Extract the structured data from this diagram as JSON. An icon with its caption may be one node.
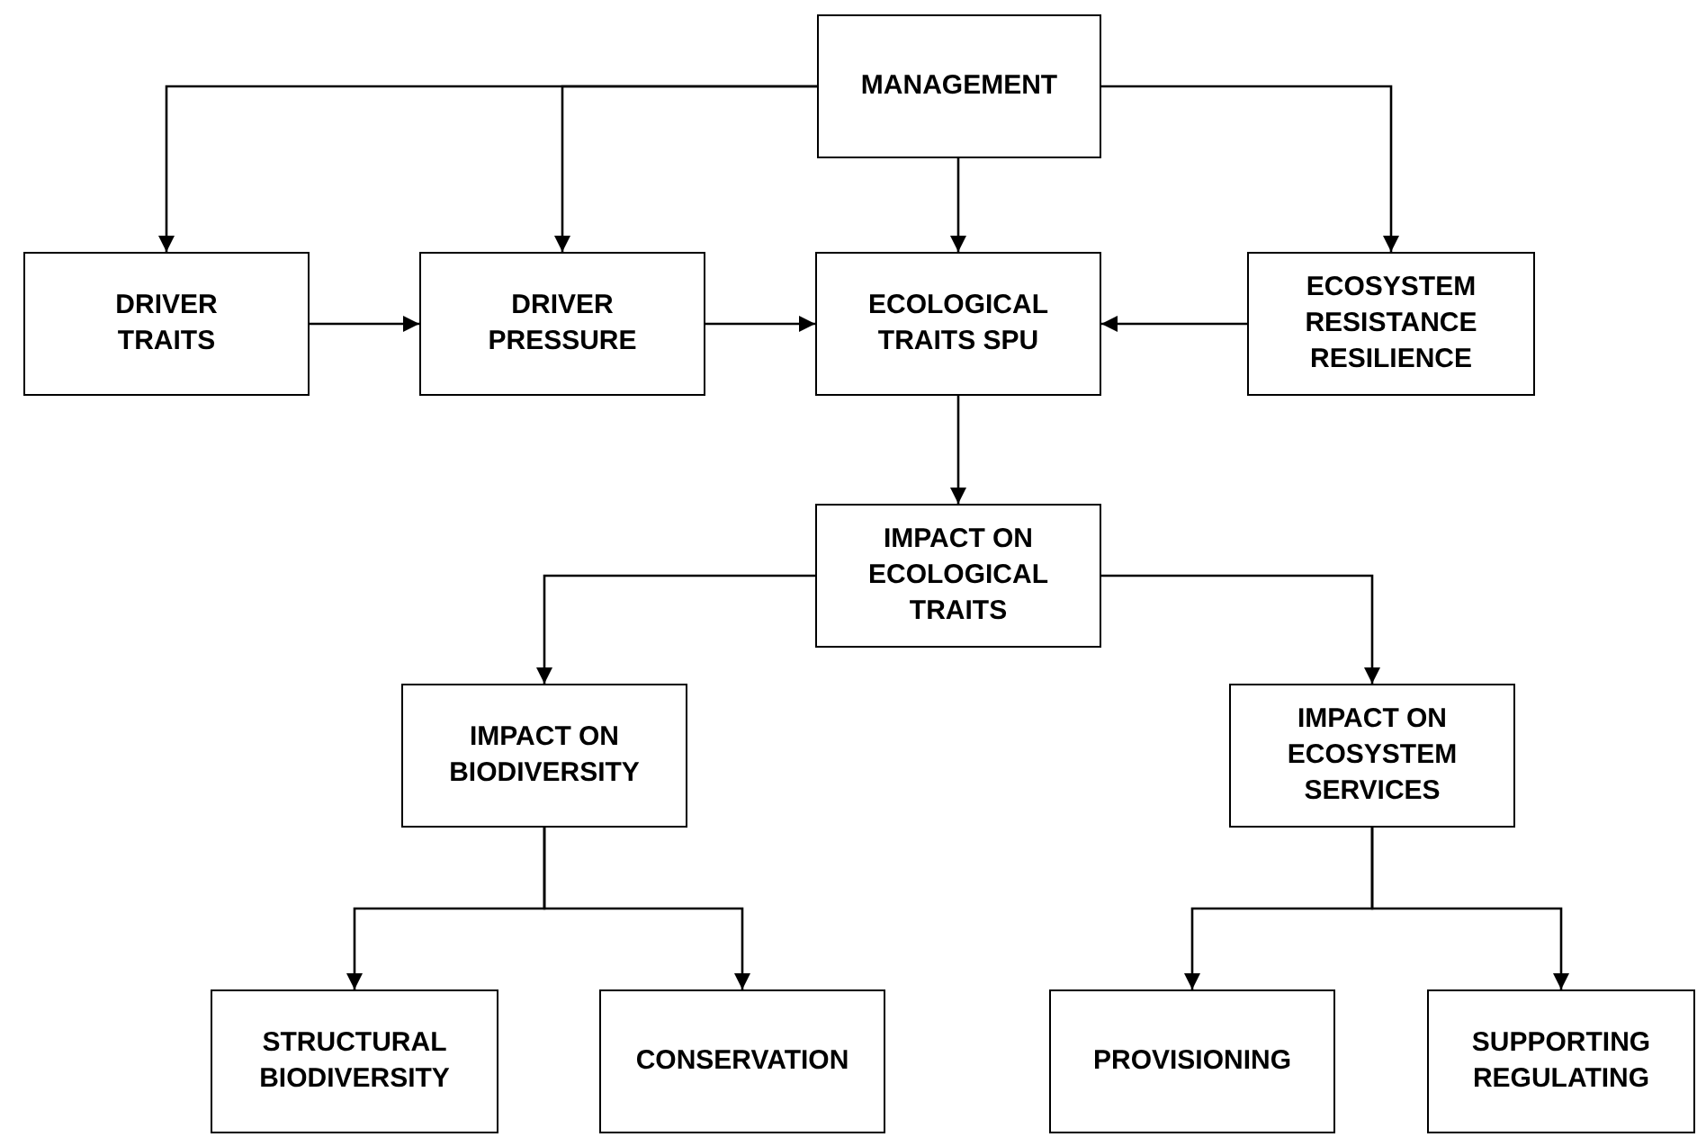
{
  "diagram": {
    "nodes": [
      {
        "text": [
          "MANAGEMENT"
        ]
      },
      {
        "text": [
          "DRIVER TRAITS"
        ]
      },
      {
        "text": [
          "DRIVER PRESSURE"
        ]
      },
      {
        "text": [
          "ECOLOGICAL TRAITS SPU"
        ]
      },
      {
        "text": [
          "ECOSYSTEM RESISTANCE RESILIENCE"
        ]
      },
      {
        "text": [
          "IMPACT ON ECOLOGICAL TRAITS"
        ]
      },
      {
        "text": [
          "IMPACT ON BIODIVERSITY"
        ]
      },
      {
        "text": [
          "IMPACT ON ECOSYSTEM SERVICES"
        ]
      },
      {
        "text": [
          "STRUCTURAL BIODIVERSITY"
        ]
      },
      {
        "text": [
          "CONSERVATION"
        ]
      },
      {
        "text": [
          "PROVISIONING"
        ]
      },
      {
        "text": [
          "SUPPORTING REGULATING"
        ]
      }
    ],
    "edges": [
      {
        "from": 0,
        "to": 1,
        "arrow": "to"
      },
      {
        "from": 0,
        "to": 2,
        "arrow": "to"
      },
      {
        "from": 0,
        "to": 3,
        "arrow": "to"
      },
      {
        "from": 0,
        "to": 4,
        "arrow": "to"
      },
      {
        "from": 1,
        "to": 2,
        "arrow": "to"
      },
      {
        "from": 2,
        "to": 3,
        "arrow": "to"
      },
      {
        "from": 4,
        "to": 3,
        "arrow": "to"
      },
      {
        "from": 3,
        "to": 5,
        "arrow": "to"
      },
      {
        "from": 5,
        "to": 6,
        "arrow": "to"
      },
      {
        "from": 5,
        "to": 7,
        "arrow": "to"
      },
      {
        "from": 6,
        "to": 8,
        "arrow": "to"
      },
      {
        "from": 6,
        "to": 9,
        "arrow": "to"
      },
      {
        "from": 7,
        "to": 10,
        "arrow": "to"
      },
      {
        "from": 7,
        "to": 11,
        "arrow": "to"
      }
    ]
  }
}
